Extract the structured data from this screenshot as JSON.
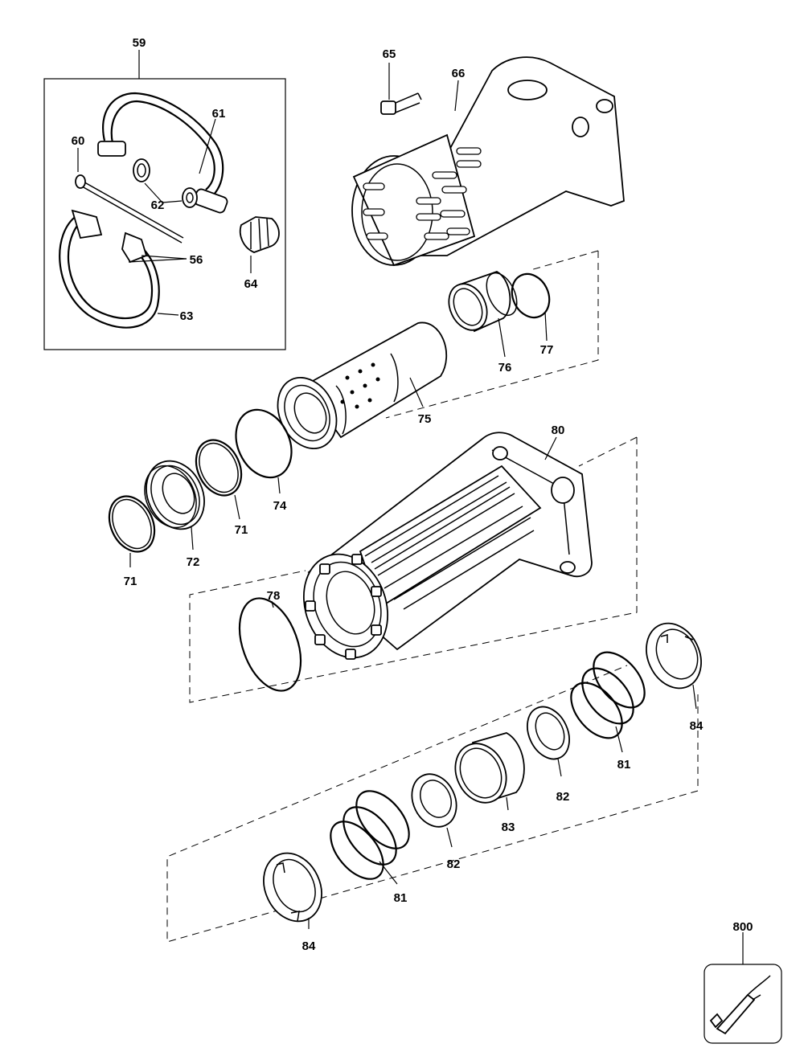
{
  "labels": {
    "l59": "59",
    "l60": "60",
    "l61": "61",
    "l62": "62",
    "l63": "63",
    "l64": "64",
    "l56": "56",
    "l65": "65",
    "l66": "66",
    "l75": "75",
    "l76": "76",
    "l77": "77",
    "l74": "74",
    "l71a": "71",
    "l71b": "71",
    "l72": "72",
    "l80": "80",
    "l78": "78",
    "l84a": "84",
    "l81a": "81",
    "l82a": "82",
    "l83": "83",
    "l82b": "82",
    "l81b": "81",
    "l84b": "84",
    "l800": "800"
  }
}
